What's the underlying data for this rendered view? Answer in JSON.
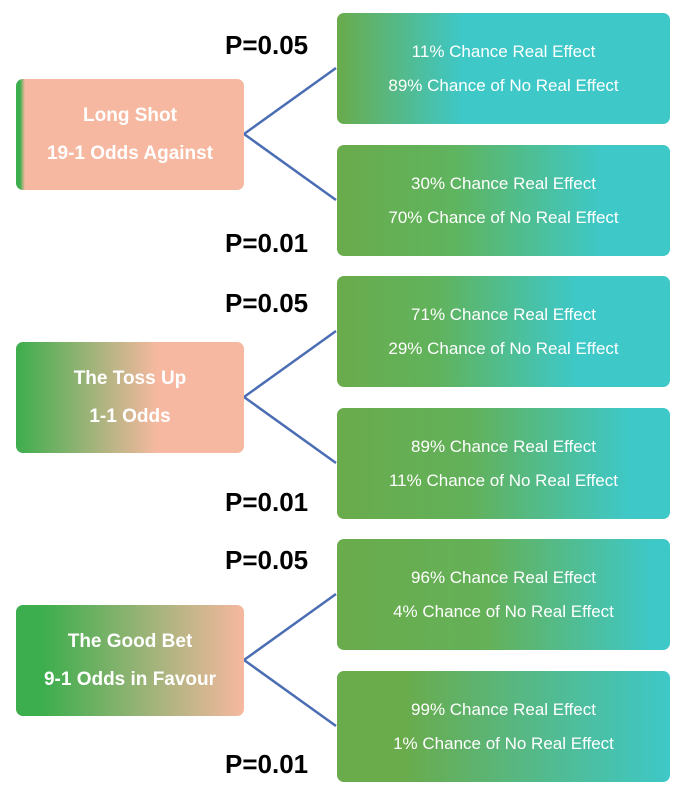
{
  "colors": {
    "salmon": "#f6b8a0",
    "green": "#3dae4d",
    "teal": "#3ec8c8",
    "mid_green": "#6aab4c",
    "line": "#4a6db4",
    "text": "#ffffff"
  },
  "groups": [
    {
      "title": "Long Shot",
      "subtitle": "19-1 Odds Against",
      "p_top": "P=0.05",
      "p_bottom": "P=0.01",
      "outcome_top": {
        "line1": "11% Chance Real Effect",
        "line2": "89% Chance of No Real Effect"
      },
      "outcome_bottom": {
        "line1": "30% Chance Real Effect",
        "line2": "70% Chance of No Real Effect"
      }
    },
    {
      "title": "The Toss Up",
      "subtitle": "1-1 Odds",
      "p_top": "P=0.05",
      "p_bottom": "P=0.01",
      "outcome_top": {
        "line1": "71% Chance Real Effect",
        "line2": "29% Chance of No Real Effect"
      },
      "outcome_bottom": {
        "line1": "89% Chance Real Effect",
        "line2": "11% Chance of No Real Effect"
      }
    },
    {
      "title": "The Good Bet",
      "subtitle": "9-1 Odds in Favour",
      "p_top": "P=0.05",
      "p_bottom": "P=0.01",
      "outcome_top": {
        "line1": "96% Chance Real Effect",
        "line2": "4% Chance of No Real Effect"
      },
      "outcome_bottom": {
        "line1": "99% Chance Real Effect",
        "line2": "1% Chance of No Real Effect"
      }
    }
  ]
}
